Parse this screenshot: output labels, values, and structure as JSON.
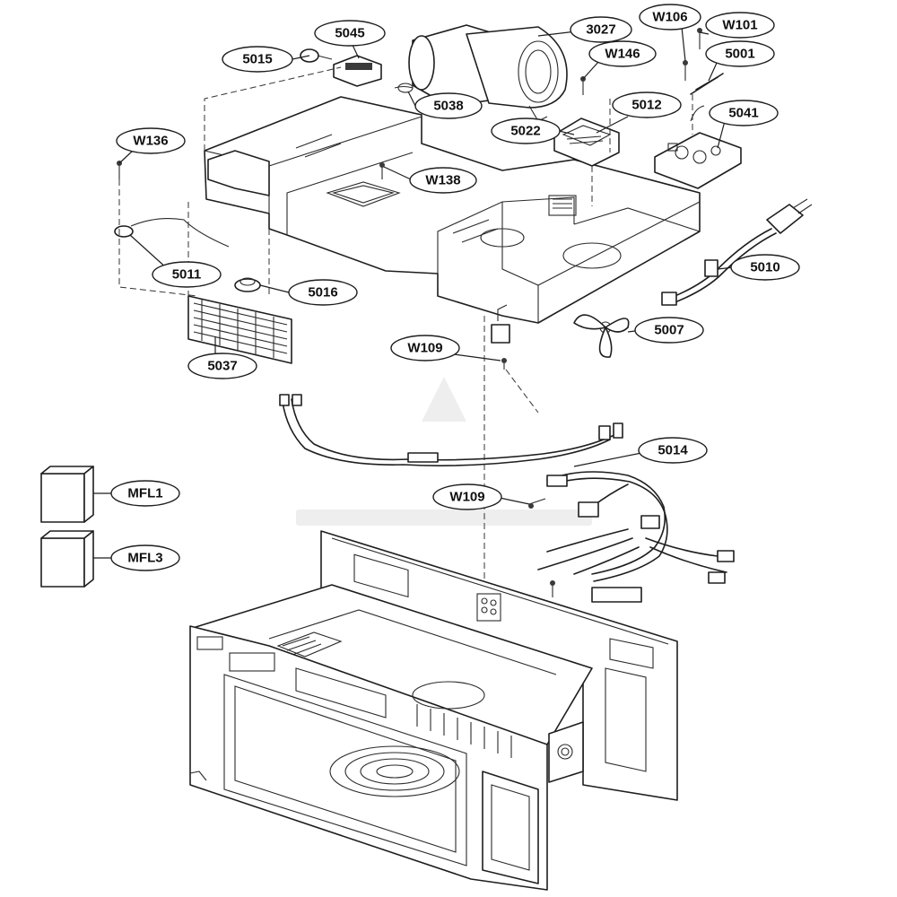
{
  "colors": {
    "line": "#1e1e1e",
    "background": "#ffffff",
    "watermark": "#eeeeee"
  },
  "callouts": [
    {
      "id": "c-5015",
      "label": "5015"
    },
    {
      "id": "c-5045",
      "label": "5045"
    },
    {
      "id": "c-3027",
      "label": "3027"
    },
    {
      "id": "c-w106",
      "label": "W106"
    },
    {
      "id": "c-w101",
      "label": "W101"
    },
    {
      "id": "c-w146",
      "label": "W146"
    },
    {
      "id": "c-5001",
      "label": "5001"
    },
    {
      "id": "c-5038",
      "label": "5038"
    },
    {
      "id": "c-5012",
      "label": "5012"
    },
    {
      "id": "c-5022",
      "label": "5022"
    },
    {
      "id": "c-5041",
      "label": "5041"
    },
    {
      "id": "c-w136",
      "label": "W136"
    },
    {
      "id": "c-w138",
      "label": "W138"
    },
    {
      "id": "c-5011",
      "label": "5011"
    },
    {
      "id": "c-5010",
      "label": "5010"
    },
    {
      "id": "c-5016",
      "label": "5016"
    },
    {
      "id": "c-5007",
      "label": "5007"
    },
    {
      "id": "c-w109a",
      "label": "W109"
    },
    {
      "id": "c-5037",
      "label": "5037"
    },
    {
      "id": "c-5014",
      "label": "5014"
    },
    {
      "id": "c-mfl1",
      "label": "MFL1"
    },
    {
      "id": "c-w109b",
      "label": "W109"
    },
    {
      "id": "c-mfl3",
      "label": "MFL3"
    }
  ]
}
